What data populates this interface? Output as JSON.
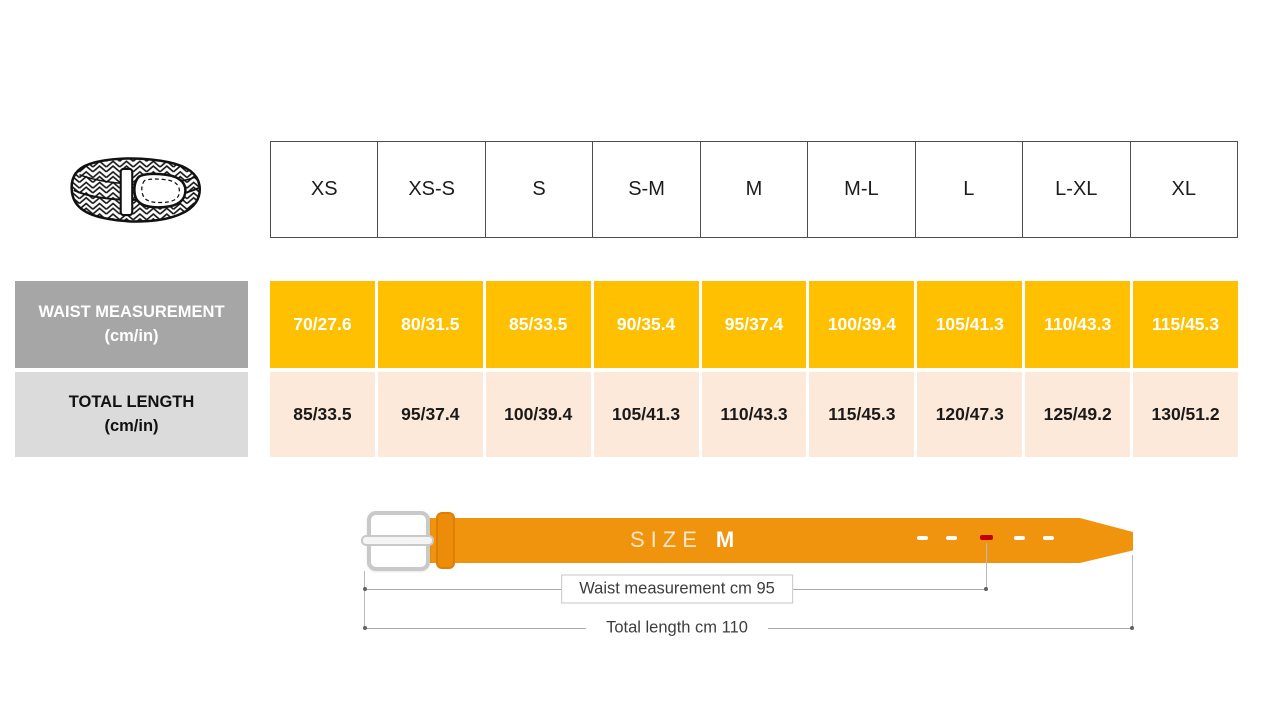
{
  "table": {
    "size_headers": [
      "XS",
      "XS-S",
      "S",
      "S-M",
      "M",
      "M-L",
      "L",
      "L-XL",
      "XL"
    ],
    "rows": [
      {
        "label": "WAIST MEASUREMENT",
        "unit": "(cm/in)",
        "values": [
          "70/27.6",
          "80/31.5",
          "85/33.5",
          "90/35.4",
          "95/37.4",
          "100/39.4",
          "105/41.3",
          "110/43.3",
          "115/45.3"
        ]
      },
      {
        "label": "TOTAL LENGTH",
        "unit": "(cm/in)",
        "values": [
          "85/33.5",
          "95/37.4",
          "100/39.4",
          "105/41.3",
          "110/43.3",
          "115/45.3",
          "120/47.3",
          "125/49.2",
          "130/51.2"
        ]
      }
    ]
  },
  "diagram": {
    "size_label": "SIZE",
    "size_value": "M",
    "waist_annotation": "Waist measurement cm 95",
    "total_annotation": "Total length cm 110",
    "holes_count": 5,
    "highlighted_hole_index": 2
  },
  "icons": {
    "belt_illustration": "braided-belt-drawing"
  },
  "colors": {
    "waist_row_bg": "#FEC001",
    "total_row_bg": "#FDE9D9",
    "waist_label_bg": "#A6A6A6",
    "total_label_bg": "#DBDBDB",
    "header_border": "#4D4D4D",
    "belt_strap": "#F0930D",
    "belt_keeper": "#EC8C08",
    "buckle_silver": "#C9C9C9",
    "hole_highlight": "#C00000",
    "annotation_text": "#3D3D3D"
  }
}
